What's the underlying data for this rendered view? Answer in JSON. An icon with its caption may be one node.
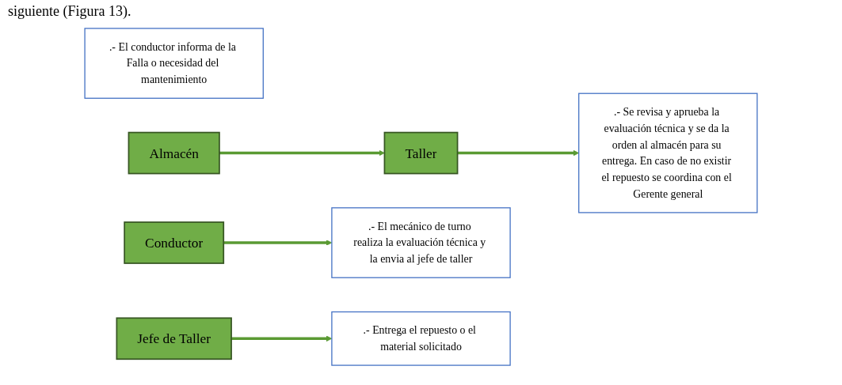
{
  "diagram": {
    "nodes": [
      {
        "text": [
          ".- El conductor informa de la Falla o necesidad del mantenimiento"
        ]
      },
      {
        "text": [
          "Conductor"
        ]
      },
      {
        "text": [
          "Taller"
        ]
      },
      {
        "text": [
          ".- El mecánico de turno realiza la evaluación técnica y la envia al jefe de taller"
        ]
      },
      {
        "text": [
          ".- Se revisa y aprueba la evaluación técnica y se da la orden al almacén para su entrega. En caso de no existir el repuesto se coordina con el Gerente general"
        ]
      },
      {
        "text": [
          "Jefe de Taller"
        ]
      },
      {
        "text": [
          "Almacén"
        ]
      },
      {
        "text": [
          ".- Entrega el repuesto o el material solicitado"
        ]
      }
    ],
    "edges": [
      {
        "from": 1,
        "to": 3,
        "arrow": "to"
      },
      {
        "from": 2,
        "to": 4,
        "arrow": "to"
      },
      {
        "from": 5,
        "to": 7,
        "arrow": "to"
      },
      {
        "from": 6,
        "to": 2,
        "arrow": "to"
      }
    ],
    "labels": [
      "siguiente (Figura 13)."
    ]
  }
}
